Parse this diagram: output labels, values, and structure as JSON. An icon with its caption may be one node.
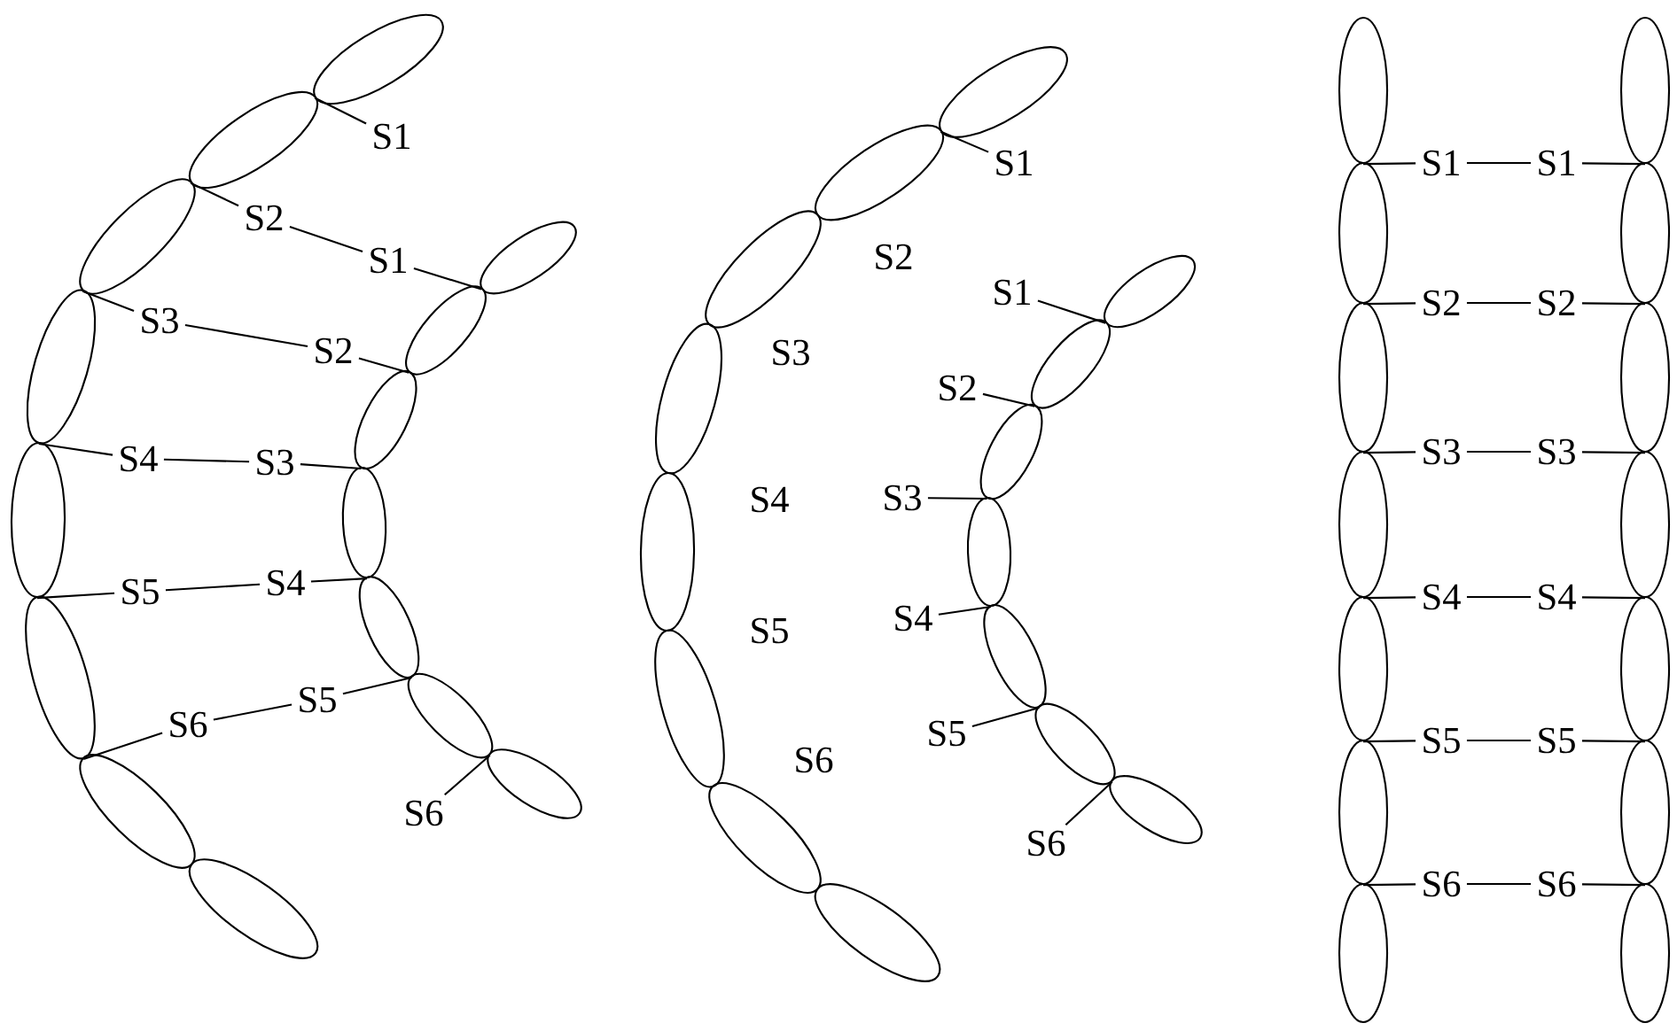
{
  "diagram": {
    "nodes": [
      {
        "text": [],
        "shape": "ellipse"
      },
      {
        "text": [],
        "shape": "ellipse"
      },
      {
        "text": [],
        "shape": "ellipse"
      },
      {
        "text": [],
        "shape": "ellipse"
      },
      {
        "text": [],
        "shape": "ellipse"
      },
      {
        "text": [],
        "shape": "ellipse"
      },
      {
        "text": [],
        "shape": "ellipse"
      },
      {
        "text": [],
        "shape": "ellipse"
      },
      {
        "text": [],
        "shape": "ellipse"
      },
      {
        "text": [],
        "shape": "ellipse"
      },
      {
        "text": [],
        "shape": "ellipse"
      },
      {
        "text": [],
        "shape": "ellipse"
      },
      {
        "text": [],
        "shape": "ellipse"
      },
      {
        "text": [],
        "shape": "ellipse"
      },
      {
        "text": [],
        "shape": "ellipse"
      },
      {
        "text": [
          "S1"
        ]
      },
      {
        "text": [
          "S2"
        ]
      },
      {
        "text": [
          "S3"
        ]
      },
      {
        "text": [
          "S4"
        ]
      },
      {
        "text": [
          "S5"
        ]
      },
      {
        "text": [
          "S6"
        ]
      },
      {
        "text": [
          "S1"
        ]
      },
      {
        "text": [
          "S2"
        ]
      },
      {
        "text": [
          "S3"
        ]
      },
      {
        "text": [
          "S4"
        ]
      },
      {
        "text": [
          "S5"
        ]
      },
      {
        "text": [
          "S6"
        ]
      },
      {
        "text": [],
        "shape": "ellipse"
      },
      {
        "text": [],
        "shape": "ellipse"
      },
      {
        "text": [],
        "shape": "ellipse"
      },
      {
        "text": [],
        "shape": "ellipse"
      },
      {
        "text": [],
        "shape": "ellipse"
      },
      {
        "text": [],
        "shape": "ellipse"
      },
      {
        "text": [],
        "shape": "ellipse"
      },
      {
        "text": [],
        "shape": "ellipse"
      },
      {
        "text": [],
        "shape": "ellipse"
      },
      {
        "text": [],
        "shape": "ellipse"
      },
      {
        "text": [],
        "shape": "ellipse"
      },
      {
        "text": [],
        "shape": "ellipse"
      },
      {
        "text": [],
        "shape": "ellipse"
      },
      {
        "text": [],
        "shape": "ellipse"
      },
      {
        "text": [],
        "shape": "ellipse"
      },
      {
        "text": [
          "S1"
        ]
      },
      {
        "text": [
          "S1"
        ]
      },
      {
        "text": [
          "S2"
        ]
      },
      {
        "text": [
          "S3"
        ]
      },
      {
        "text": [
          "S4"
        ]
      },
      {
        "text": [
          "S5"
        ]
      },
      {
        "text": [
          "S6"
        ]
      },
      {
        "text": [],
        "shape": "ellipse"
      },
      {
        "text": [],
        "shape": "ellipse"
      },
      {
        "text": [],
        "shape": "ellipse"
      },
      {
        "text": [],
        "shape": "ellipse"
      },
      {
        "text": [],
        "shape": "ellipse"
      },
      {
        "text": [],
        "shape": "ellipse"
      },
      {
        "text": [],
        "shape": "ellipse"
      },
      {
        "text": [],
        "shape": "ellipse"
      },
      {
        "text": [],
        "shape": "ellipse"
      },
      {
        "text": [],
        "shape": "ellipse"
      },
      {
        "text": [],
        "shape": "ellipse"
      },
      {
        "text": [],
        "shape": "ellipse"
      },
      {
        "text": [],
        "shape": "ellipse"
      },
      {
        "text": [],
        "shape": "ellipse"
      },
      {
        "text": [
          "S1"
        ]
      },
      {
        "text": [
          "S2"
        ]
      },
      {
        "text": [
          "S3"
        ]
      },
      {
        "text": [
          "S4"
        ]
      },
      {
        "text": [
          "S5"
        ]
      },
      {
        "text": [
          "S6"
        ]
      },
      {
        "text": [
          "S1"
        ]
      },
      {
        "text": [
          "S2"
        ]
      },
      {
        "text": [
          "S3"
        ]
      },
      {
        "text": [
          "S4"
        ]
      },
      {
        "text": [
          "S5"
        ]
      },
      {
        "text": [
          "S6"
        ]
      }
    ],
    "edges": [
      {
        "from": 15,
        "to": 0,
        "arrow": "none"
      },
      {
        "from": 16,
        "to": 1,
        "arrow": "none"
      },
      {
        "from": 17,
        "to": 2,
        "arrow": "none"
      },
      {
        "from": 18,
        "to": 3,
        "arrow": "none"
      },
      {
        "from": 19,
        "to": 4,
        "arrow": "none"
      },
      {
        "from": 20,
        "to": 5,
        "arrow": "none"
      },
      {
        "from": 21,
        "to": 8,
        "arrow": "none"
      },
      {
        "from": 22,
        "to": 9,
        "arrow": "none"
      },
      {
        "from": 23,
        "to": 10,
        "arrow": "none"
      },
      {
        "from": 24,
        "to": 11,
        "arrow": "none"
      },
      {
        "from": 25,
        "to": 12,
        "arrow": "none"
      },
      {
        "from": 26,
        "to": 13,
        "arrow": "none"
      },
      {
        "from": 16,
        "to": 21,
        "arrow": "none"
      },
      {
        "from": 17,
        "to": 22,
        "arrow": "none"
      },
      {
        "from": 18,
        "to": 23,
        "arrow": "none"
      },
      {
        "from": 19,
        "to": 24,
        "arrow": "none"
      },
      {
        "from": 20,
        "to": 25,
        "arrow": "none"
      },
      {
        "from": 42,
        "to": 27,
        "arrow": "none"
      },
      {
        "from": 43,
        "to": 35,
        "arrow": "none"
      },
      {
        "from": 44,
        "to": 36,
        "arrow": "none"
      },
      {
        "from": 45,
        "to": 37,
        "arrow": "none"
      },
      {
        "from": 46,
        "to": 38,
        "arrow": "none"
      },
      {
        "from": 47,
        "to": 39,
        "arrow": "none"
      },
      {
        "from": 48,
        "to": 40,
        "arrow": "none"
      },
      {
        "from": 63,
        "to": 49,
        "arrow": "none"
      },
      {
        "from": 64,
        "to": 50,
        "arrow": "none"
      },
      {
        "from": 65,
        "to": 51,
        "arrow": "none"
      },
      {
        "from": 66,
        "to": 52,
        "arrow": "none"
      },
      {
        "from": 67,
        "to": 53,
        "arrow": "none"
      },
      {
        "from": 68,
        "to": 54,
        "arrow": "none"
      },
      {
        "from": 69,
        "to": 56,
        "arrow": "none"
      },
      {
        "from": 70,
        "to": 57,
        "arrow": "none"
      },
      {
        "from": 71,
        "to": 58,
        "arrow": "none"
      },
      {
        "from": 72,
        "to": 59,
        "arrow": "none"
      },
      {
        "from": 73,
        "to": 60,
        "arrow": "none"
      },
      {
        "from": 74,
        "to": 61,
        "arrow": "none"
      },
      {
        "from": 63,
        "to": 69,
        "arrow": "none"
      },
      {
        "from": 64,
        "to": 70,
        "arrow": "none"
      },
      {
        "from": 65,
        "to": 71,
        "arrow": "none"
      },
      {
        "from": 66,
        "to": 72,
        "arrow": "none"
      },
      {
        "from": 67,
        "to": 73,
        "arrow": "none"
      },
      {
        "from": 68,
        "to": 74,
        "arrow": "none"
      }
    ],
    "labels": [
      "S2",
      "S3",
      "S4",
      "S5",
      "S6"
    ]
  }
}
